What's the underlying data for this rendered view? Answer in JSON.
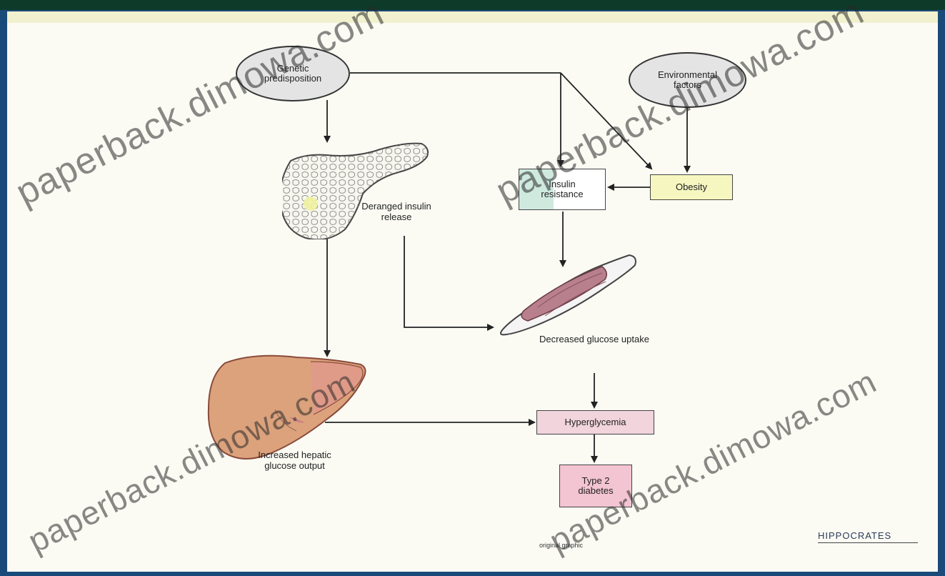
{
  "nodes": {
    "genetic_predisposition": "Genetic predisposition",
    "environmental_factors": "Environmental factors",
    "obesity": "Obesity",
    "insulin_resistance": "Insulin resistance",
    "deranged_insulin_release": "Deranged insulin release",
    "decreased_glucose_uptake": "Decreased glucose uptake",
    "increased_hepatic_glucose_output": "Increased hepatic glucose output",
    "hyperglycemia": "Hyperglycemia",
    "type2_diabetes": "Type 2 diabetes"
  },
  "footer": {
    "caption": "original graphic",
    "logo_text": "HIPPOCRATES"
  },
  "watermark": "paperback.dimowa.com",
  "colors": {
    "frame": "#1a4a7a",
    "slide_bg": "#fbfbf4",
    "obesity_fill": "#f6f6c0",
    "insulin_fill": "#d4ece4",
    "hyperglycemia_fill": "#f1d4dc",
    "type2_fill": "#f3c4d2",
    "liver": "#d9a07a",
    "muscle": "#b07a88"
  }
}
